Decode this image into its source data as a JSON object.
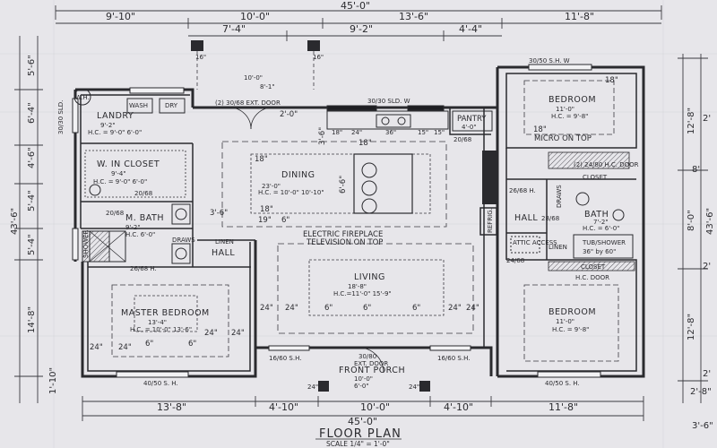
{
  "plan": {
    "title": "FLOOR PLAN",
    "scale": "SCALE 1/4\" = 1'-0\"",
    "overall_width": "45'-0\"",
    "overall_depth": "43'-6\""
  },
  "dims": {
    "top_total": "45'-0\"",
    "top_segments": [
      "9'-10\"",
      "10'-0\"",
      "13'-6\"",
      "11'-8\""
    ],
    "second_row": [
      "7'-4\"",
      "9'-2\"",
      "4'-4\""
    ],
    "bottom_segments": [
      "13'-8\"",
      "4'-10\"",
      "10'-0\"",
      "4'-10\"",
      "11'-8\""
    ],
    "bottom_total": "45'-0\"",
    "left": [
      "5'-6\"",
      "6'-4\"",
      "4'-6\"",
      "5'-4\"",
      "43'-6\"",
      "5'-4\"",
      "14'-8\"",
      "1'-10\""
    ],
    "right": [
      "12'-8\"",
      "8'-0\"",
      "43'-6\"",
      "12'-8\"",
      "2'-8\""
    ],
    "right_edge": [
      "2'",
      "8'",
      "2'",
      "2'",
      "3'-6\""
    ]
  },
  "rooms": {
    "laundry": {
      "name": "LANDRY",
      "size": "9'-2\"",
      "hc": "H.C. = 9'-0\" 6'-0\""
    },
    "closet": {
      "name": "W. IN CLOSET",
      "size": "9'-4\"",
      "hc": "H.C. = 9'-0\" 6'-0\""
    },
    "mbath": {
      "name": "M. BATH",
      "size": "9'-2\"",
      "hc": "H.C. 6'-0\""
    },
    "master": {
      "name": "MASTER BEDROOM",
      "size": "13'-4\"",
      "hc": "H.C. = 10'-0\" 13'-6\""
    },
    "dining": {
      "name": "DINING",
      "size": "23'-0\"",
      "hc": "H.C. = 10'-0\" 10'-10\""
    },
    "living": {
      "name": "LIVING",
      "size": "18'-8\"",
      "hc": "H.C.=11'-0\" 15'-9\""
    },
    "bed1": {
      "name": "BEDROOM",
      "size": "11'-0\"",
      "hc": "H.C. = 9'-8\""
    },
    "bed2": {
      "name": "BEDROOM",
      "size": "11'-0\"",
      "hc": "H.C. = 9'-8\""
    },
    "bath": {
      "name": "BATH",
      "size": "7'-2\"",
      "hc": "H.C. = 6'-0\""
    },
    "hall": {
      "name": "HALL",
      "code": "28/68"
    },
    "hall2": {
      "name": "HALL"
    },
    "pantry": {
      "name": "PANTRY",
      "size": "4'-0\""
    },
    "porch": {
      "name": "FRONT PORCH"
    },
    "attic": {
      "name": "ATTIC ACCESS"
    }
  },
  "labels": {
    "washer": "WASH",
    "dryer": "DRY",
    "wh": "W.H.",
    "fireplace": "ELECTRIC FIREPLACE",
    "tv": "TELEVISION ON TOP",
    "micro": "MICRO ON TOP",
    "refrig": "REFRIG.",
    "ext_door_top": "(2) 30/68 EXT. DOOR",
    "sld_top": "30/30 SLD. W",
    "sh_top": "30/50 S.H. W",
    "sh_bottom_left": "40/50 S. H.",
    "sh_bottom_right": "40/50 S. H.",
    "sh_left_sld": "30/30 SLD.",
    "front_door": "30/80",
    "ext_door": "EXT. DOOR",
    "porch_left": "16/60 S.H.",
    "porch_right": "16/60 S.H.",
    "tub": "TUB/SHOWER",
    "tub_size": "36\" by 60\"",
    "shower": "SHOWER",
    "linen": "LINEN",
    "linen2": "LINEN",
    "draws": "DRAWS",
    "draws2": "DRAWS",
    "closet_label": "CLOSET",
    "closet2": "CLOSET",
    "hc_door": "H.C. DOOR",
    "hc_door_right": "(2) 24/80 H.C. DOOR",
    "door_2068": "20/68",
    "door_2668": "26/68 H.",
    "door_2468": "24/68",
    "post_16": "16\"",
    "post_16b": "16\"",
    "post_24": "24\"",
    "post_24b": "24\"",
    "kitchen_dims": [
      "18\"",
      "24\"",
      "36\"",
      "15\"",
      "15\""
    ],
    "island": "6'-6\"",
    "din_offsets": [
      "18\"",
      "19\"",
      "6\""
    ],
    "liv_offsets": [
      "24\"",
      "24\"",
      "6\"",
      "6\"",
      "6\"",
      "24\"",
      "24\""
    ],
    "master_offsets": [
      "24\"",
      "24\"",
      "24\"",
      "24\"",
      "6\"",
      "6\""
    ],
    "misc": [
      "3'-6\"",
      "3'-6\"",
      "18\"",
      "18\"",
      "18\"",
      "18\"",
      "10'-0\"",
      "8'-1\"",
      "2'-0\"",
      "10'-0\"",
      "6'-0\""
    ]
  }
}
